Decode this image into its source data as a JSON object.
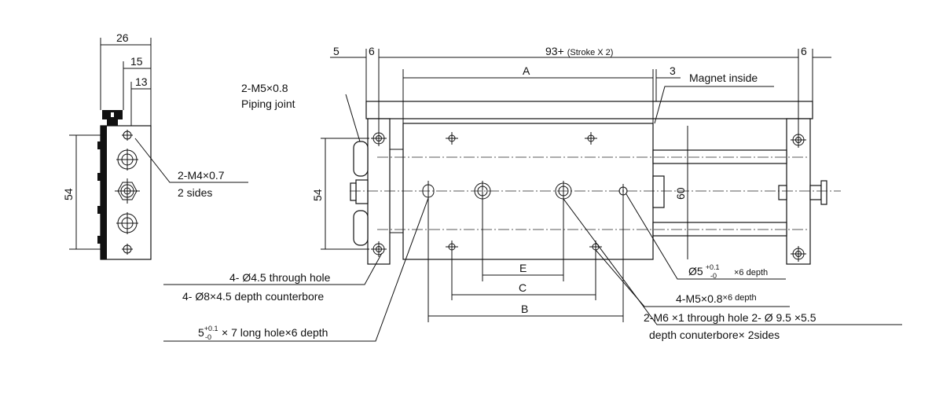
{
  "side_view": {
    "dim_width": "26",
    "dim_15": "15",
    "dim_13": "13",
    "dim_height": "54",
    "note_tap_line1": "2-M4×0.7",
    "note_tap_line2": "2 sides"
  },
  "front_view": {
    "dim_left_5": "5",
    "dim_left_6": "6",
    "dim_total": "93+",
    "dim_total_suffix": "(Stroke X 2)",
    "dim_right_6": "6",
    "dim_A": "A",
    "dim_3": "3",
    "dim_height_54": "54",
    "dim_height_60": "60",
    "dim_E": "E",
    "dim_C": "C",
    "dim_B": "B",
    "label_magnet": "Magnet inside",
    "label_piping_line1": "2-M5×0.8",
    "label_piping_line2": "Piping joint",
    "label_through_hole_line1": "4- Ø4.5 through hole",
    "label_through_hole_line2": "4- Ø8×4.5 depth counterbore",
    "label_long_hole_prefix": "5",
    "label_long_hole_sup": "+0.1",
    "label_long_hole_sub": "-0",
    "label_long_hole_suffix": "× 7 long hole×6 depth",
    "label_phi5_prefix": "Ø5",
    "label_phi5_sup": "+0.1",
    "label_phi5_sub": "-0",
    "label_phi5_suffix": "×6 depth",
    "label_m5_prefix": "4-M5×0.8",
    "label_m5_suffix": "×6 depth",
    "label_m6_line1": "2-M6 ×1 through hole 2- Ø 9.5 ×5.5",
    "label_m6_line2": "depth conuterbore× 2sides"
  }
}
